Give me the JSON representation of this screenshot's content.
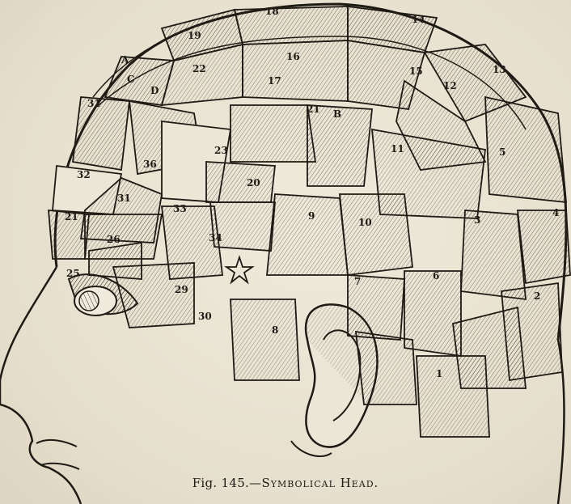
{
  "caption": {
    "fig_label": "Fig. 145.",
    "dash": "—",
    "title": "Symbolical Head."
  },
  "organ_numbers": [
    "18",
    "19",
    "14",
    "16",
    "15",
    "13",
    "12",
    "22",
    "17",
    "21",
    "B",
    "A",
    "C",
    "D",
    "31",
    "23",
    "36",
    "11",
    "5",
    "32",
    "20",
    "9",
    "10",
    "4",
    "3",
    "31",
    "33",
    "34",
    "21",
    "7",
    "6",
    "26",
    "25",
    "29",
    "30",
    "8",
    "2",
    "1"
  ],
  "colors": {
    "paper": "#e9e3d3",
    "ink": "#1e1a14"
  }
}
